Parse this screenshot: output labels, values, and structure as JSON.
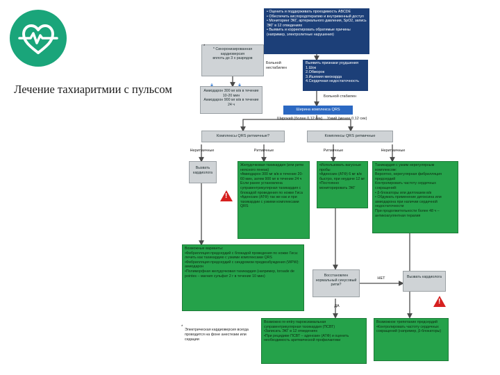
{
  "slide": {
    "title": "Лечение тахиаритмии с пульсом"
  },
  "diagram": {
    "steps": {
      "initial": "• Оценить и поддерживать проходимость ABCDE\n• Обеспечить кислородотерапию и внутривенный доступ\n• Мониторинг ЭКГ, артериального давления, SpO2, запись ЭКГ в 12 отведениях\n• Выявить и корректировать обратимые причины (например, электролитные нарушения)",
      "signs": "Выявить признаки ухудшения\n1.Шок\n2.Обморок\n3.Ишемия миокарда\n4.Сердечная недостаточность",
      "qrs_width": "Ширина комплекса QRS",
      "wide_rhythm": "Комплексы QRS ритмичные?",
      "narrow_rhythm": "Комплексы QRS ритмичные",
      "call_expert_1": "Вызвать кардиолога",
      "wide_regular": "Желудочковая тахикардия (или ритм неясного генеза)\n•Амиодарон 300 мг в/в в течение 20-60 мин, затем 900 мг в течение 24 ч\nЕсли ранее установлена суправентрикулярная тахикардия с блокадой проведения по ножке Гиса\n•Аденозин (АТФ) так же как и при тахикардии с узкими комплексами QRS",
      "narrow_regular": "•Использовать вагусные пробы\n•Аденозин (АТФ) 6 мг в/в быстро, при неудаче 12 мг\n•Постоянно мониторировать ЭКГ",
      "narrow_irregular": "Тахикардия с узким нерегулярным комплексом:\nВероятно, нерегулярная фибрилляция предсердий\nКонтролировать частоту сердечных сокращений:\n• β-блокаторы или дилтиазем в/в\n• Обдумать применение дигоксина или амиодарона при наличии сердечной недостаточности\nПри продолжительности более 48 ч – антикоагулянтная терапия",
      "wide_possible": "Возможные варианты:\n•Фибрилляция предсердий с блокадой проведения по ножке Гиса: лечить как тахикардию с узкими комплексами QRS\n•Фибрилляция предсердий с синдромом предвозбуждения (WPW): амиодарон\n•Полиморфная желудочковая тахикардия (например, torsade de pointes – магния сульфат 2 г в течение 10 мин)",
      "restored": "Восстановлен нормальный синусовый ритм?",
      "call_expert_2": "Вызвать кардиолога",
      "psvt": "Возможно re-entry пароксизмальная суправентрикулярная тахикардия (ПСВТ)\n•Записать ЭКГ в 12 отведениях\n•При рецидиве ПСВТ – аденозин (АТФ) и оценить необходимость аритмической профилактики",
      "flutter": "Возможное трепетание предсердий\n•Контролировать частоту сердечных сокращений (например, β-блокаторы)",
      "cardioversion": "* Синхронизированная кардиоверсия\nвплоть до 3 x разрядов",
      "amiodarone": "Амиодарон 300 мг в/в в течение 10-20 мин\nАмиодарон 900 мг в/в в течение 24 ч"
    },
    "labels": {
      "unstable": "Больной нестабилен",
      "stable": "Больной стабилен",
      "wide": "Широкий (более 0,12 сек)",
      "narrow": "Узкий (менее 0,12 сек)",
      "irregular_1": "Неритмичные",
      "regular_1": "Ритмичные",
      "regular_2": "Ритмичные",
      "irregular_2": "Неритмичные",
      "no": "НЕТ",
      "yes": "ДА",
      "star_mark": "*"
    },
    "footnote": "Электрическая кардиоверсия всегда проводится на фоне анестезии или седации",
    "footnote_star": "*",
    "warning_symbol": "!",
    "colors": {
      "navy": "#1c3f78",
      "blue": "#2b68c2",
      "green": "#25a24a",
      "gray": "#cfd3d6",
      "warning": "#d6201f",
      "logo": "#1aa57a"
    }
  }
}
